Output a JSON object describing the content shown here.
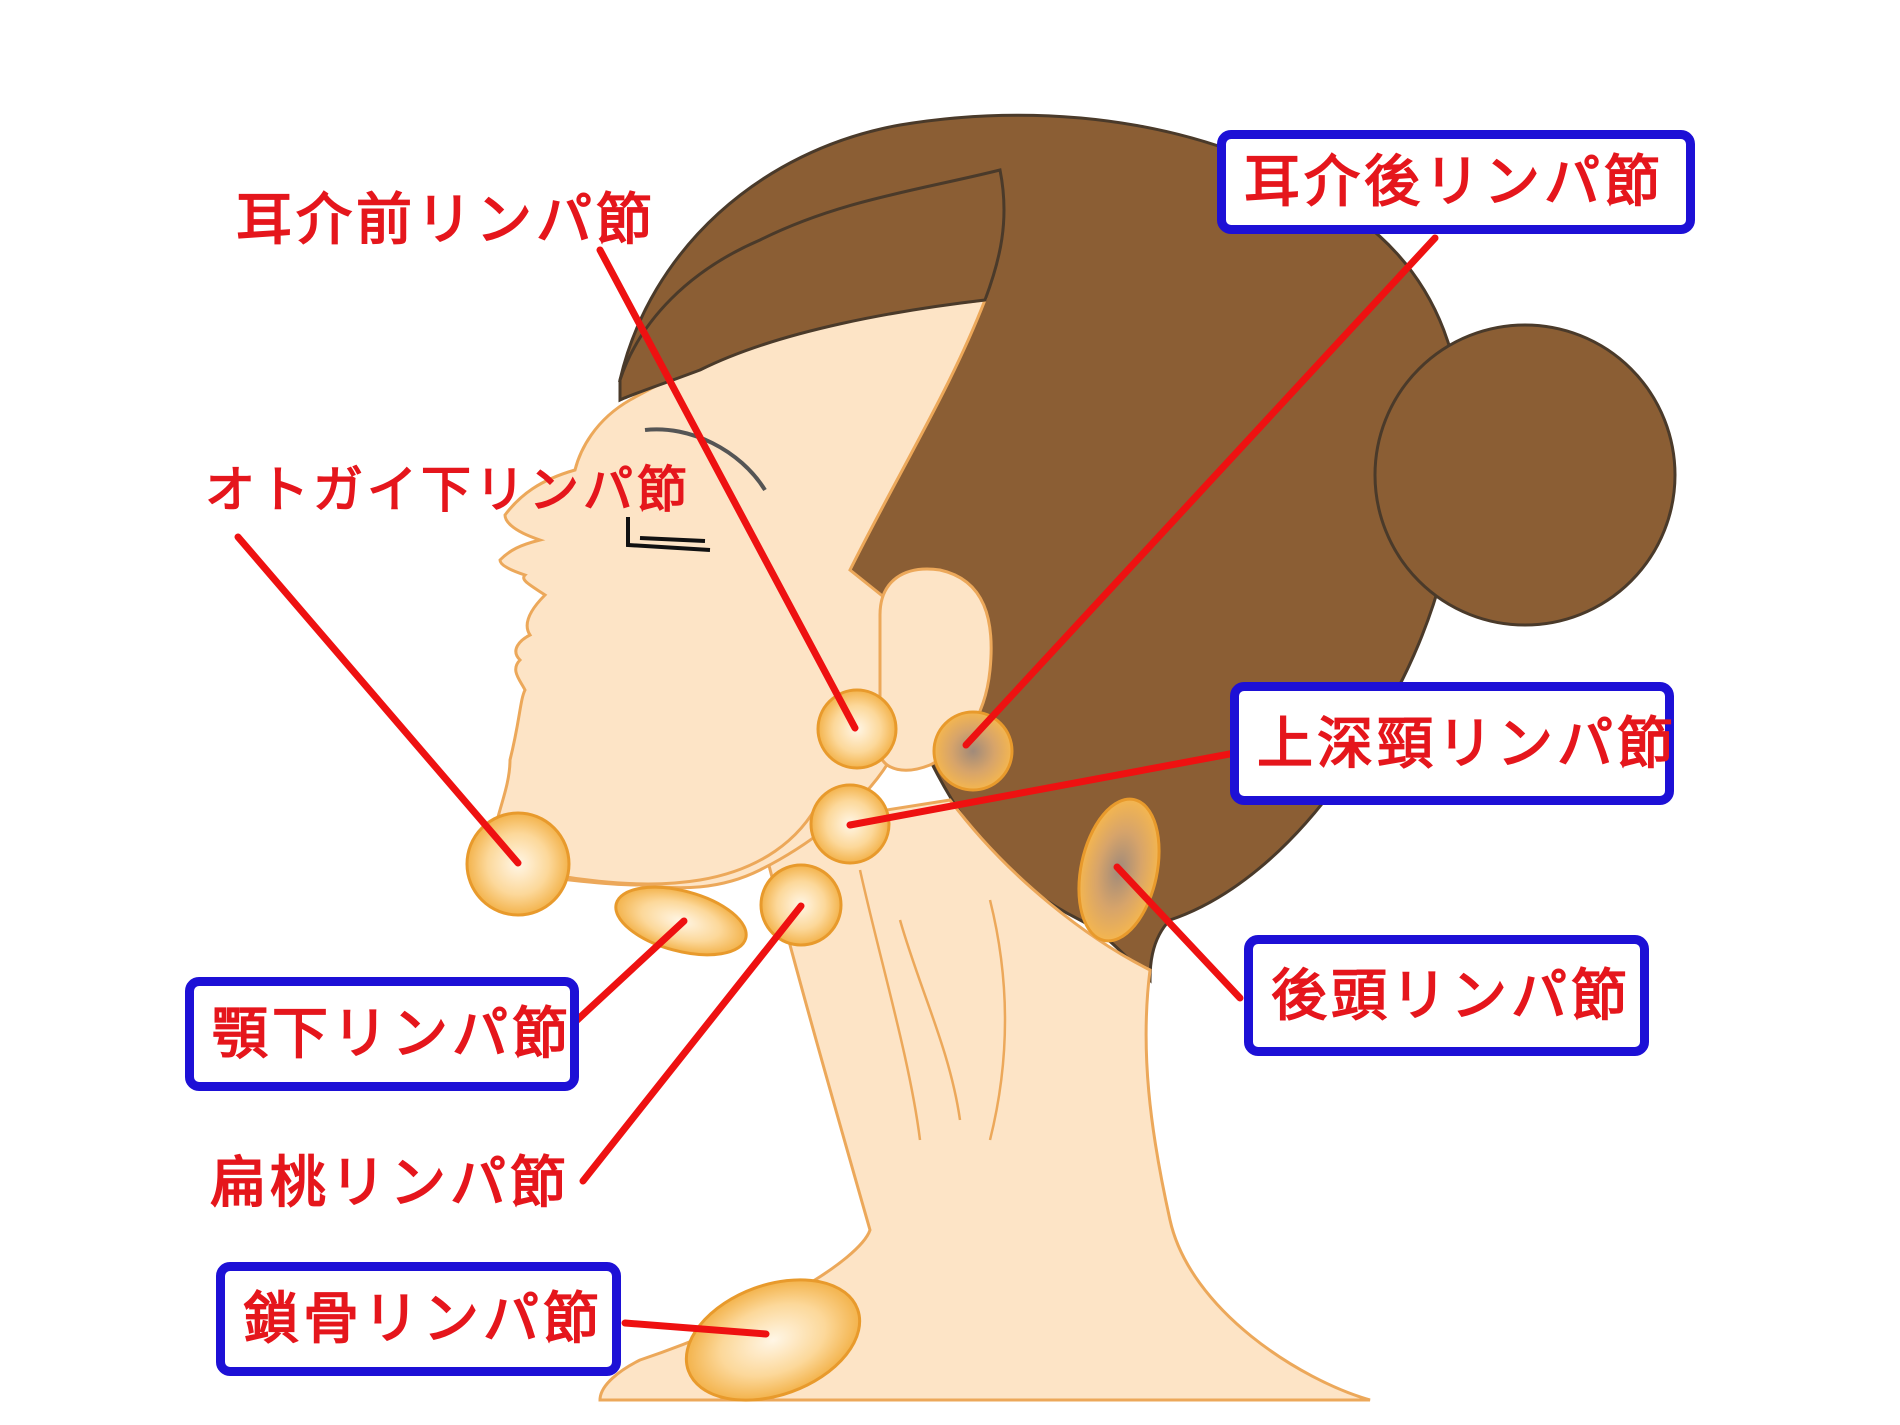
{
  "diagram": {
    "labels": [
      {
        "id": "preauricular",
        "text": "耳介前リンパ節",
        "boxed": false
      },
      {
        "id": "posterior-auricular",
        "text": "耳介後リンパ節",
        "boxed": true
      },
      {
        "id": "submental",
        "text": "オトガイ下リンパ節",
        "boxed": false
      },
      {
        "id": "superior-deep-cervical",
        "text": "上深頸リンパ節",
        "boxed": true
      },
      {
        "id": "occipital",
        "text": "後頭リンパ節",
        "boxed": true
      },
      {
        "id": "submandibular",
        "text": "顎下リンパ節",
        "boxed": true
      },
      {
        "id": "tonsillar",
        "text": "扁桃リンパ節",
        "boxed": false
      },
      {
        "id": "clavicular",
        "text": "鎖骨リンパ節",
        "boxed": true
      }
    ]
  },
  "colors": {
    "label_text": "#e5161c",
    "box_border": "#1d10d6",
    "leader_line": "#ee1111",
    "hair": "#8b5e34",
    "skin": "#fde4c6",
    "skin_outline": "#eca85a",
    "node_fill": "#f7c36f",
    "node_outline": "#e89a2c"
  }
}
